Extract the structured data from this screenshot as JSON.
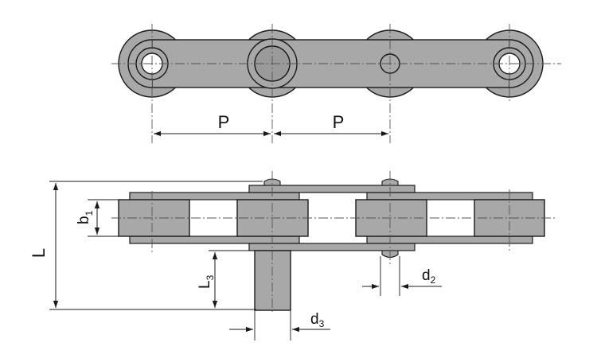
{
  "colors": {
    "background": "#ffffff",
    "part_fill": "#a8a8a8",
    "part_fill_dark": "#8f8f8f",
    "hole_fill": "#ffffff",
    "outline": "#1a1a1a",
    "dimension_line": "#1a1a1a",
    "center_line": "#555555"
  },
  "top_view": {
    "pitch_left": "P",
    "pitch_right": "P"
  },
  "side_view": {
    "height_main": "L",
    "inner_width": {
      "main": "b",
      "subscript": "1"
    },
    "attachment_length": {
      "main": "L",
      "subscript": "3"
    },
    "attachment_diameter": {
      "main": "d",
      "subscript": "3"
    },
    "pin_diameter": {
      "main": "d",
      "subscript": "2"
    }
  }
}
